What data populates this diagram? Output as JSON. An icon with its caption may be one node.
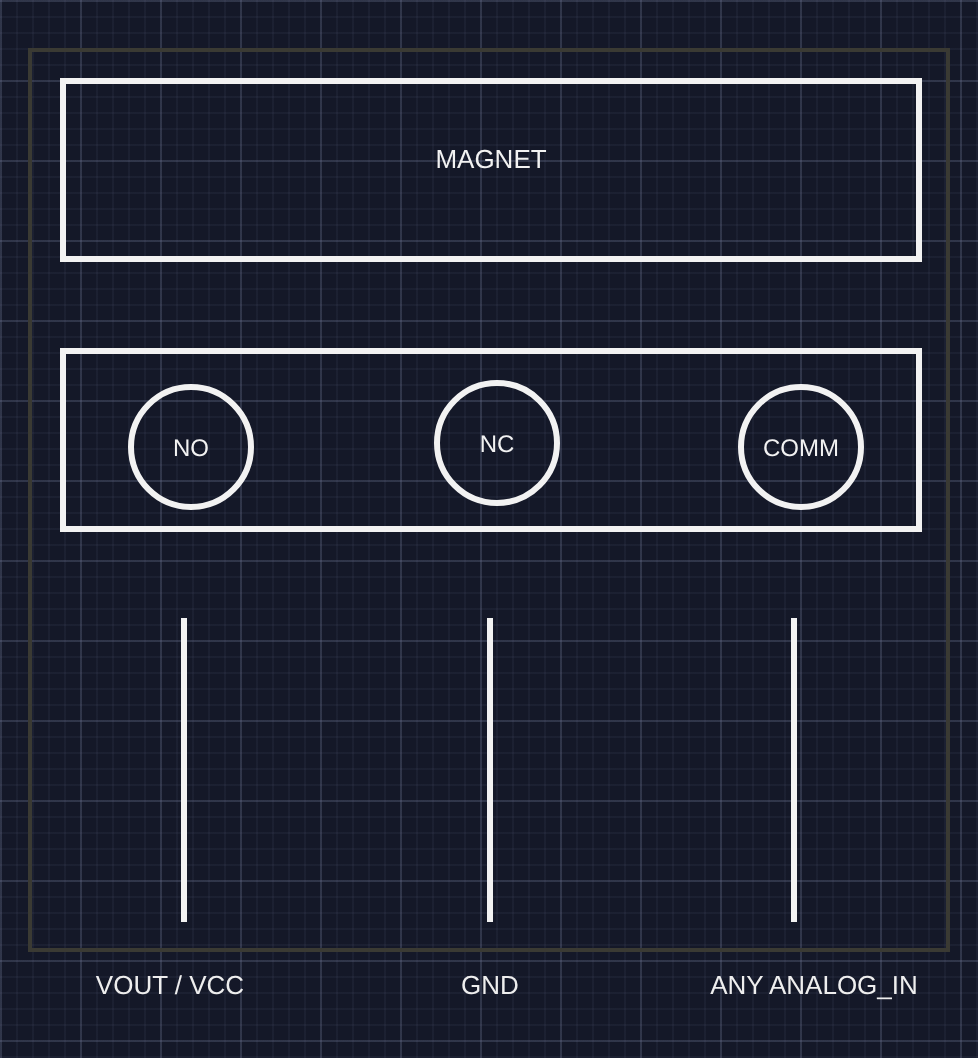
{
  "diagram": {
    "nodes": [
      {
        "text": [
          "MAGNET"
        ]
      },
      {
        "text": [],
        "shape": "box"
      },
      {
        "text": [
          "NO"
        ],
        "in": 1
      },
      {
        "text": [
          "NC"
        ],
        "in": 1
      },
      {
        "text": [
          "COMM"
        ],
        "in": 1
      }
    ],
    "labels": [
      "VOUT / VCC",
      "GND",
      "ANY ANALOG_IN"
    ]
  }
}
